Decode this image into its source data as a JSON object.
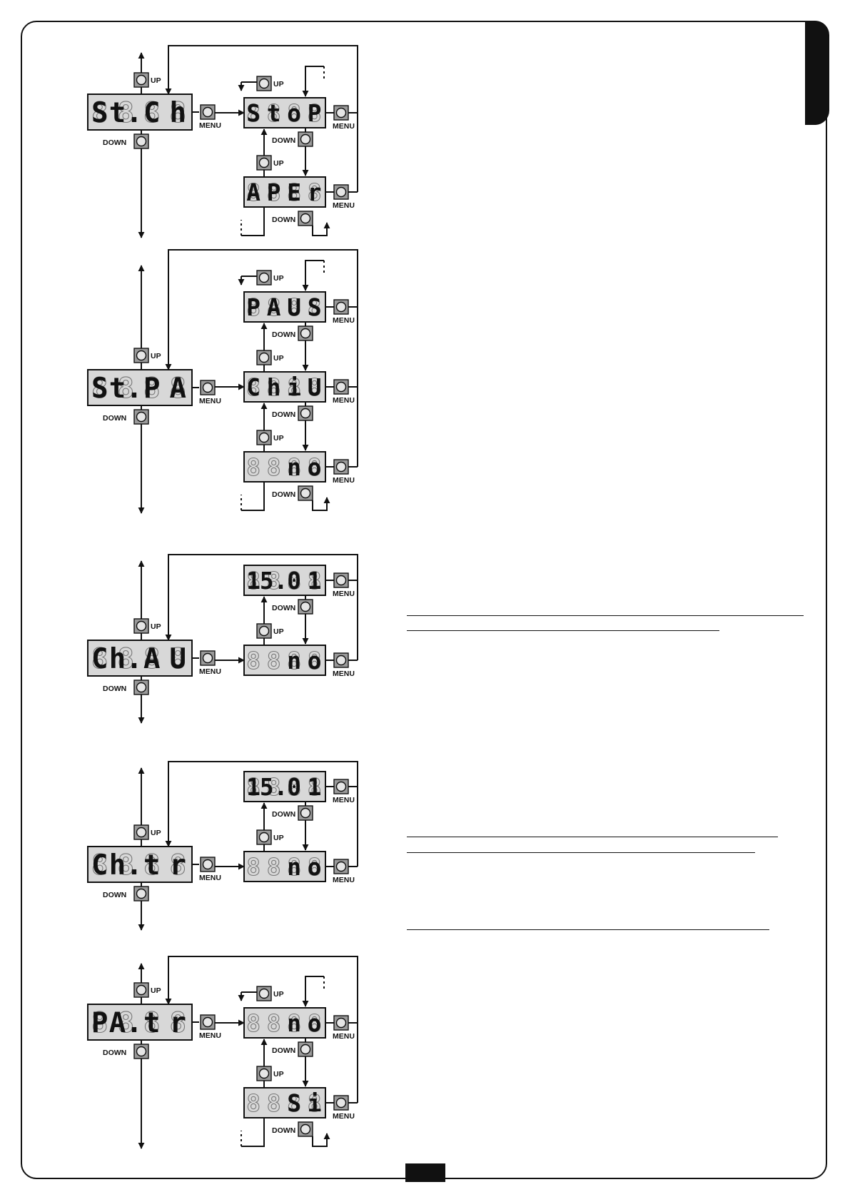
{
  "labels": {
    "up": "UP",
    "down": "DOWN",
    "menu": "MENU"
  },
  "colors": {
    "display_bg": "#d8d8d8",
    "button_bg": "#9a9a9a",
    "line": "#111111"
  },
  "sections": [
    {
      "main": [
        "S",
        "t.",
        "C",
        "h"
      ],
      "layout": "loop3",
      "options": [
        [
          "S",
          "t",
          "o",
          "P"
        ],
        [
          "A",
          "P",
          "E",
          "r"
        ]
      ]
    },
    {
      "main": [
        "S",
        "t.",
        "P",
        "A"
      ],
      "layout": "loop3",
      "options": [
        [
          "P",
          "A",
          "U",
          "S"
        ],
        [
          "C",
          "h",
          "i",
          "U"
        ],
        [
          "",
          "",
          "n",
          "o"
        ]
      ]
    },
    {
      "main": [
        "C",
        "h.",
        "A",
        "U"
      ],
      "layout": "value",
      "options": [
        [
          "1",
          "5.",
          "0",
          "1"
        ],
        [
          "",
          "",
          "n",
          "o"
        ]
      ]
    },
    {
      "main": [
        "C",
        "h.",
        "t",
        "r"
      ],
      "layout": "value",
      "options": [
        [
          "1",
          "5.",
          "0",
          "1"
        ],
        [
          "",
          "",
          "n",
          "o"
        ]
      ]
    },
    {
      "main": [
        "P",
        "A.",
        "t",
        "r"
      ],
      "layout": "loop3",
      "options": [
        [
          "",
          "",
          "n",
          "o"
        ],
        [
          "",
          "",
          "S",
          "i"
        ]
      ]
    }
  ]
}
